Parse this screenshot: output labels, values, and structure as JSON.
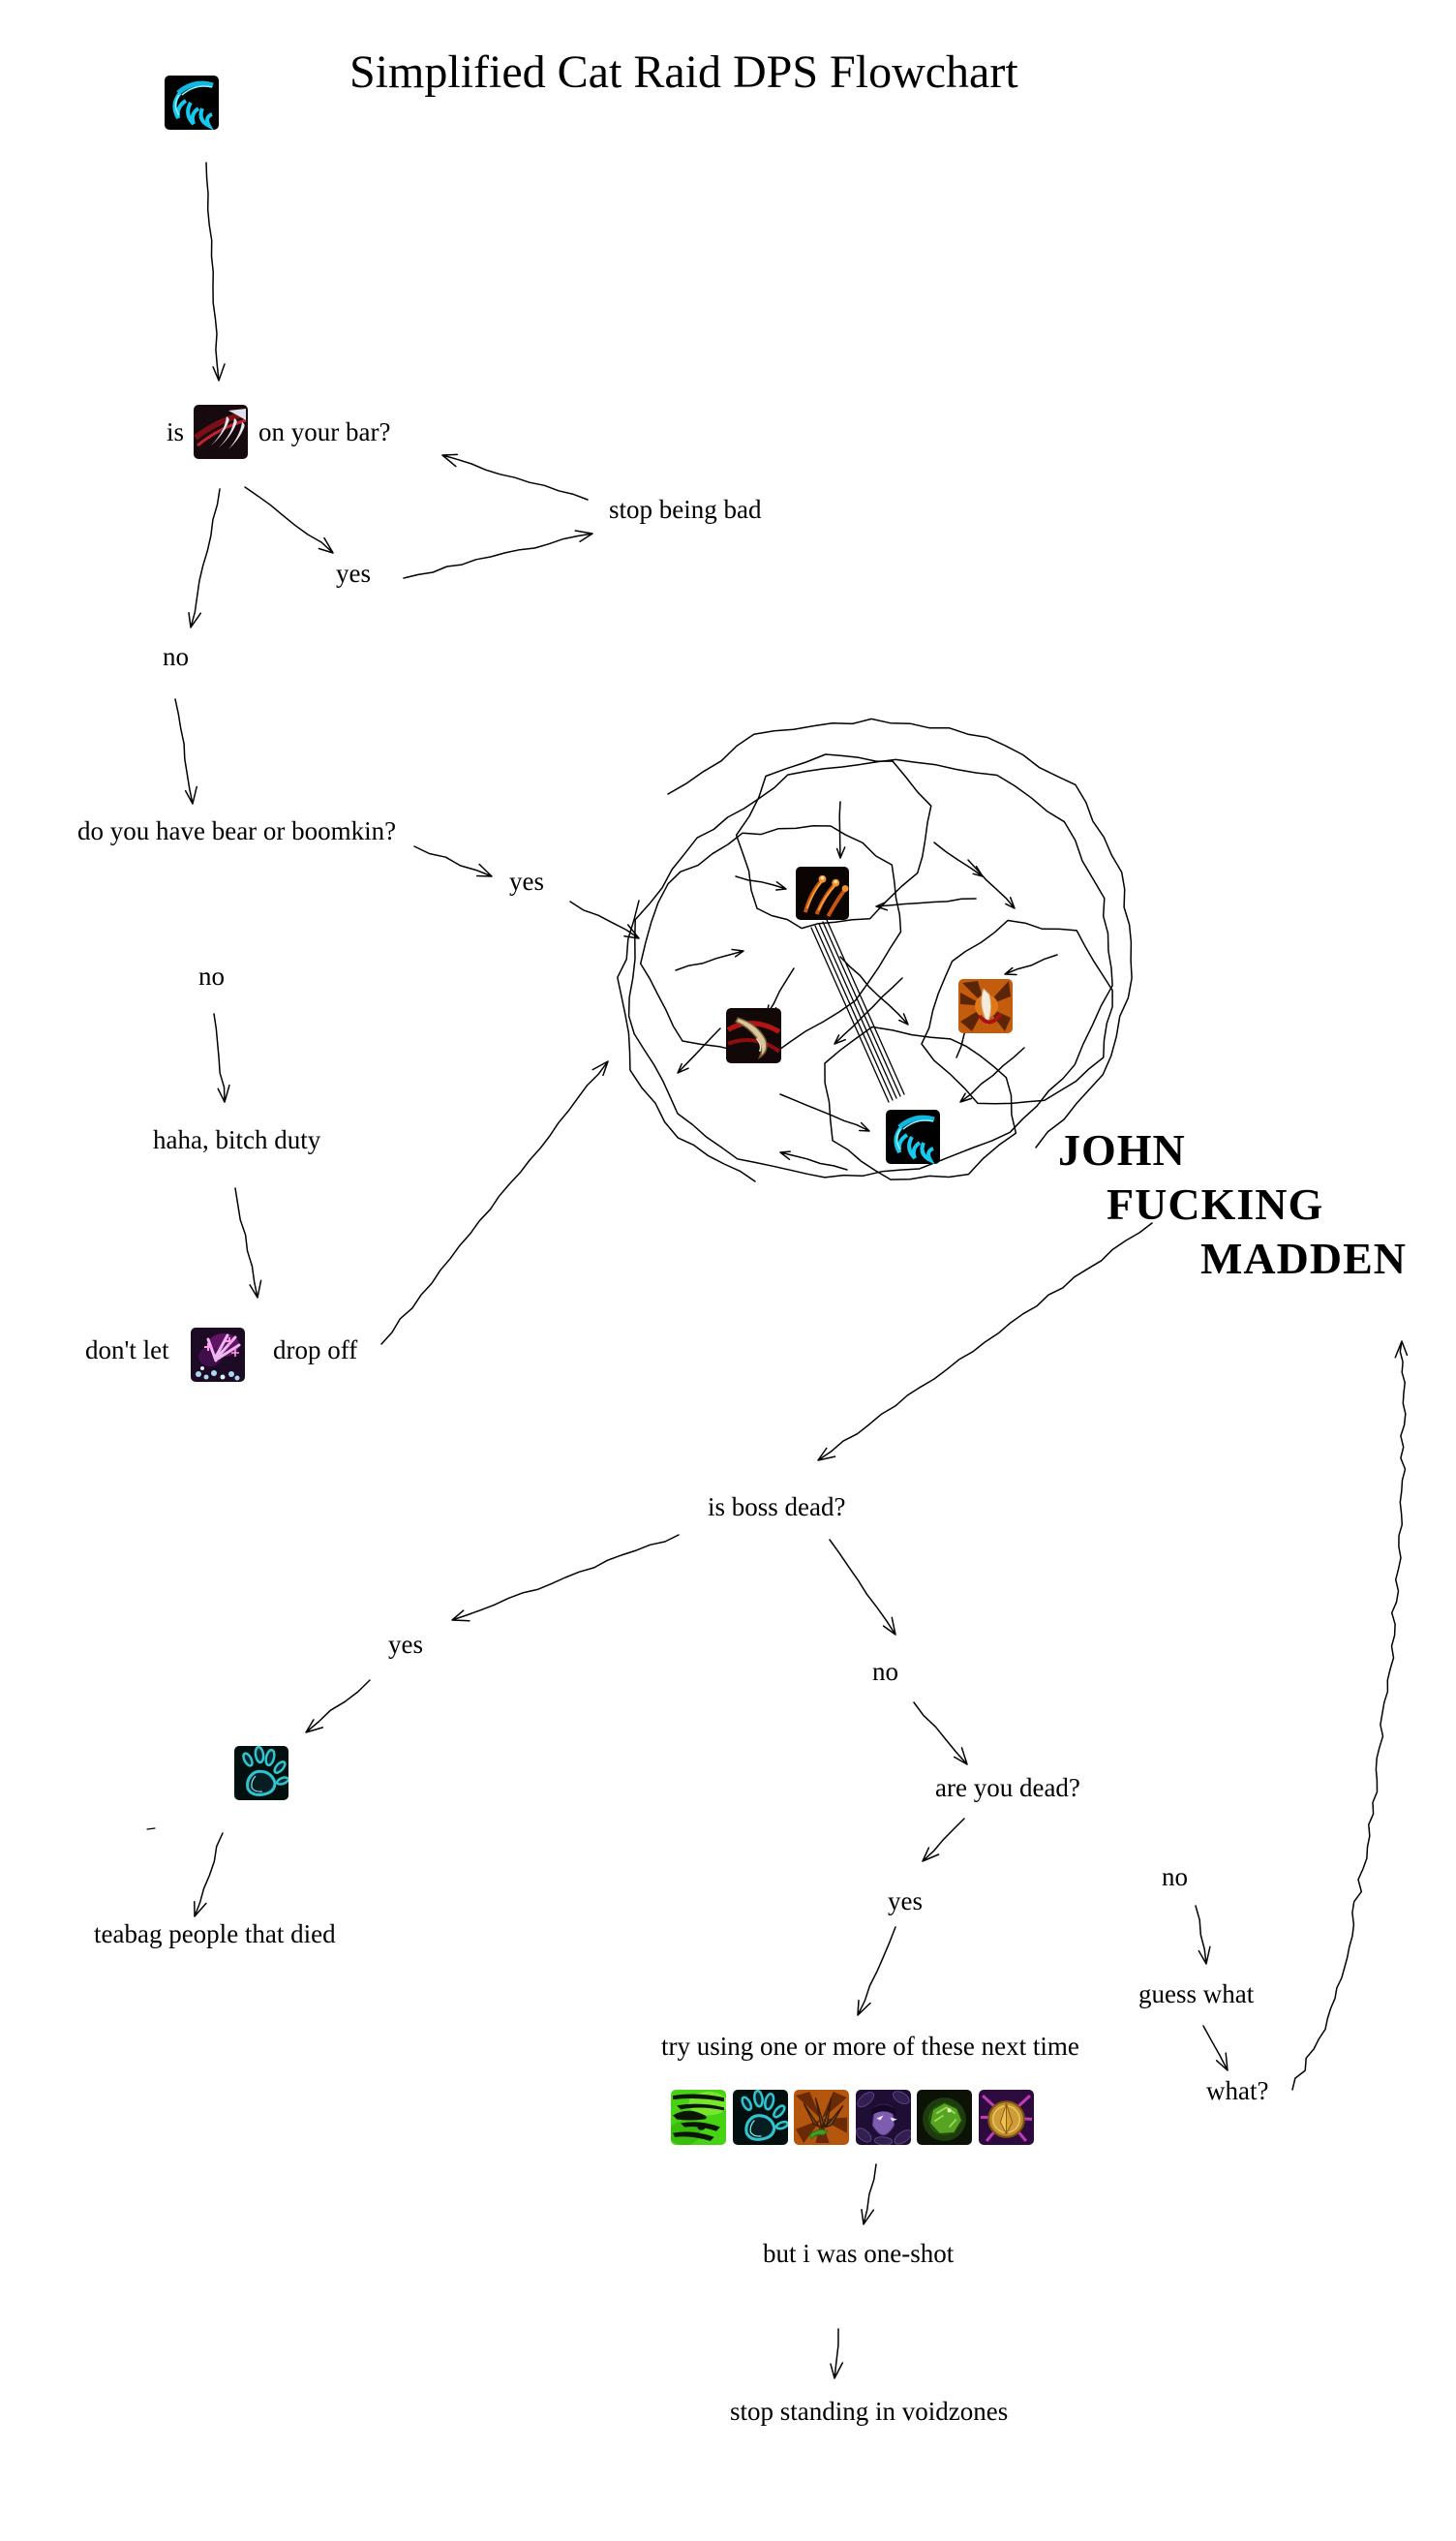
{
  "title": "Simplified Cat Raid DPS Flowchart",
  "nodes": {
    "q1_prefix": "is",
    "q1_suffix": "on your bar?",
    "yes1": "yes",
    "stop_being_bad": "stop being bad",
    "no1": "no",
    "q2": "do you have bear or boomkin?",
    "yes2": "yes",
    "no2": "no",
    "bitch_duty": "haha, bitch duty",
    "dont_let": "don't let",
    "drop_off": "drop off",
    "madden_line1": "JOHN",
    "madden_line2": "FUCKING",
    "madden_line3": "MADDEN",
    "q3": "is boss dead?",
    "yes3": "yes",
    "no3": "no",
    "teabag": "teabag people that died",
    "q4": "are you dead?",
    "yes4": "yes",
    "no4": "no",
    "guess_what": "guess what",
    "what": "what?",
    "try_these": "try using one or more of these next time",
    "one_shot": "but i was one-shot",
    "voidzones": "stop standing in voidzones"
  },
  "icons": {
    "mangle": "cyan claw-slash ability icon",
    "shred": "white claws with red slash ability icon",
    "rake": "fiery orange claw-streaks ability icon",
    "rip": "curved talon with red ribbons ability icon",
    "ferocious_bite": "fang on orange starburst ability icon",
    "faerie_fire": "purple sparkle hand ability icon",
    "dash": "glowing teal paw-print ability icon",
    "tigers_fury": "green tiger-stripe ability icon",
    "barkskin": "bark claw totem on orange burst icon",
    "shadowmeld": "night elf face among leaves icon",
    "healthstone": "glowing green stone icon",
    "prayer": "golden praying hands on magenta burst icon"
  },
  "colors": {
    "background": "#ffffff",
    "ink": "#000000",
    "mangle_accent": "#15c8ee",
    "dash_accent": "#2fc4cf",
    "tigers_fury_green": "#46d313",
    "healthstone_green": "#57a423",
    "faerie_purple": "#6d1570",
    "prayer_gold": "#c08d2a"
  }
}
